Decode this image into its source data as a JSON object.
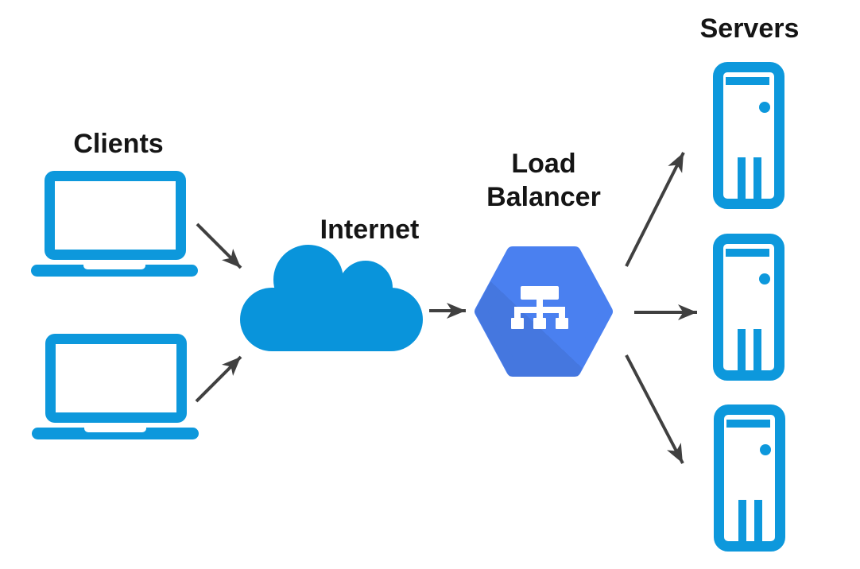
{
  "diagram": {
    "labels": {
      "clients": "Clients",
      "internet": "Internet",
      "load_balancer": "Load Balancer",
      "servers": "Servers"
    },
    "nodes": [
      {
        "id": "client-1",
        "type": "laptop-icon",
        "group_label": "Clients"
      },
      {
        "id": "client-2",
        "type": "laptop-icon",
        "group_label": "Clients"
      },
      {
        "id": "internet",
        "type": "cloud-icon",
        "label": "Internet"
      },
      {
        "id": "load-balancer",
        "type": "hexagon-tree-icon",
        "label": "Load Balancer"
      },
      {
        "id": "server-1",
        "type": "server-tower-icon",
        "group_label": "Servers"
      },
      {
        "id": "server-2",
        "type": "server-tower-icon",
        "group_label": "Servers"
      },
      {
        "id": "server-3",
        "type": "server-tower-icon",
        "group_label": "Servers"
      }
    ],
    "edges": [
      {
        "from": "client-1",
        "to": "internet"
      },
      {
        "from": "client-2",
        "to": "internet"
      },
      {
        "from": "internet",
        "to": "load-balancer"
      },
      {
        "from": "load-balancer",
        "to": "server-1"
      },
      {
        "from": "load-balancer",
        "to": "server-2"
      },
      {
        "from": "load-balancer",
        "to": "server-3"
      }
    ],
    "colors": {
      "device_blue": "#0D98DC",
      "cloud_blue": "#0994DB",
      "hexagon_blue": "#4A80F0",
      "icon_white": "#FFFFFF",
      "arrow_gray": "#404040",
      "text_black": "#151515",
      "background": "#FFFFFF"
    }
  }
}
